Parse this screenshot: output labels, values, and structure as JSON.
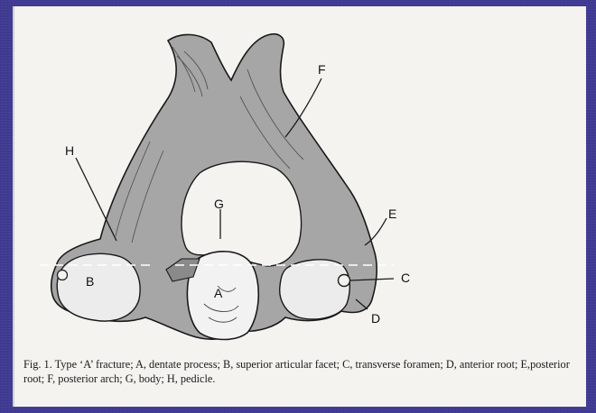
{
  "figure": {
    "labels": {
      "A": "A",
      "B": "B",
      "C": "C",
      "D": "D",
      "E": "E",
      "F": "F",
      "G": "G",
      "H": "H"
    },
    "caption": "Fig. 1. Type ‘A’ fracture; A, dentate process; B, superior articular facet; C, transverse foramen; D, anterior root; E,posterior root; F, posterior arch; G, body; H, pedicle.",
    "colors": {
      "bone_fill": "#a6a6a6",
      "facet_fill": "#ededed",
      "ink": "#1a1a1a",
      "background": "#3f3a92"
    }
  }
}
